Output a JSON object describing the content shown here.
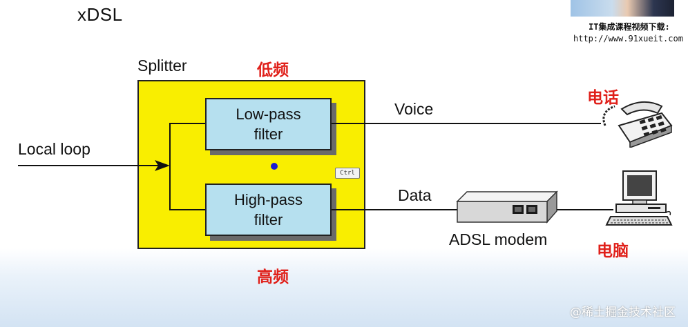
{
  "title": "xDSL",
  "splitter_label": "Splitter",
  "local_loop_label": "Local loop",
  "low_pass": {
    "line1": "Low-pass",
    "line2": "filter"
  },
  "high_pass": {
    "line1": "High-pass",
    "line2": "filter"
  },
  "voice_label": "Voice",
  "data_label": "Data",
  "modem_label": "ADSL modem",
  "annotations": {
    "low_freq": "低频",
    "high_freq": "高频",
    "phone": "电话",
    "computer": "电脑"
  },
  "ctrl_badge": "Ctrl",
  "ad": {
    "line1": "IT集成课程视频下载:",
    "line2": "http://www.91xueit.com"
  },
  "watermark": "@稀土掘金技术社区",
  "colors": {
    "splitter_fill": "#f9ee00",
    "filter_fill": "#b6e0ef",
    "annotation_red": "#e0201a",
    "dot_blue": "#1a1ad0"
  }
}
